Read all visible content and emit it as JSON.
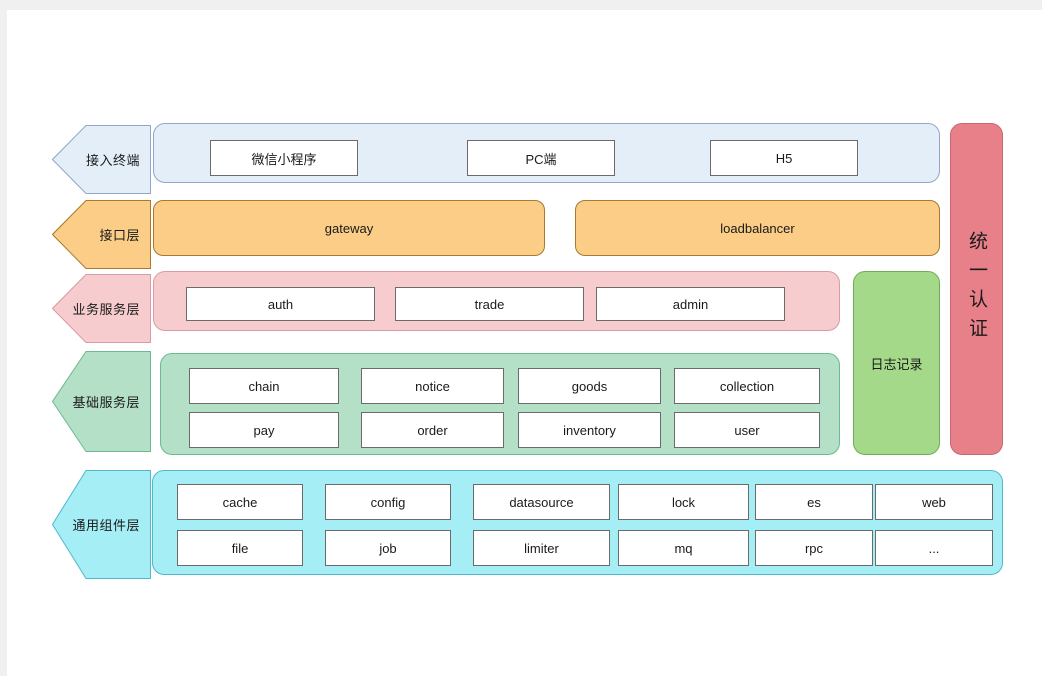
{
  "diagram": {
    "title": "Layered system architecture diagram",
    "colors": {
      "access_fill": "#E3EEF8",
      "access_stroke": "#8FA8C8",
      "interface_fill": "#FBCD86",
      "interface_stroke": "#A8792F",
      "business_fill": "#F7CCCF",
      "business_stroke": "#D89CA2",
      "basic_fill": "#B4E0C8",
      "basic_stroke": "#6FB894",
      "common_fill": "#A5EEF5",
      "common_stroke": "#4FB9CC",
      "log_fill": "#A4D98A",
      "log_stroke": "#6FAE59",
      "auth_fill": "#E8808A",
      "auth_stroke": "#C76873",
      "card_stroke": "#6B6B6B",
      "card_fill": "#FFFFFF",
      "page_bg": "#FFFFFF",
      "outer_bg": "#F0F0F0"
    },
    "layers": [
      {
        "id": "access-terminal",
        "label": "接入终端",
        "items": [
          {
            "label": "微信小程序"
          },
          {
            "label": "PC端"
          },
          {
            "label": "H5"
          }
        ]
      },
      {
        "id": "interface-layer",
        "label": "接口层",
        "items": [
          {
            "label": "gateway"
          },
          {
            "label": "loadbalancer"
          }
        ]
      },
      {
        "id": "business-service-layer",
        "label": "业务服务层",
        "items": [
          {
            "label": "auth"
          },
          {
            "label": "trade"
          },
          {
            "label": "admin"
          }
        ]
      },
      {
        "id": "basic-service-layer",
        "label": "基础服务层",
        "items": [
          {
            "label": "chain"
          },
          {
            "label": "notice"
          },
          {
            "label": "goods"
          },
          {
            "label": "collection"
          },
          {
            "label": "pay"
          },
          {
            "label": "order"
          },
          {
            "label": "inventory"
          },
          {
            "label": "user"
          }
        ]
      },
      {
        "id": "common-component-layer",
        "label": "通用组件层",
        "items": [
          {
            "label": "cache"
          },
          {
            "label": "config"
          },
          {
            "label": "datasource"
          },
          {
            "label": "lock"
          },
          {
            "label": "es"
          },
          {
            "label": "web"
          },
          {
            "label": "file"
          },
          {
            "label": "job"
          },
          {
            "label": "limiter"
          },
          {
            "label": "mq"
          },
          {
            "label": "rpc"
          },
          {
            "label": "..."
          }
        ]
      }
    ],
    "side_panels": [
      {
        "id": "log-record",
        "label": "日志记录"
      },
      {
        "id": "unified-auth",
        "label": "统一认证"
      }
    ]
  }
}
